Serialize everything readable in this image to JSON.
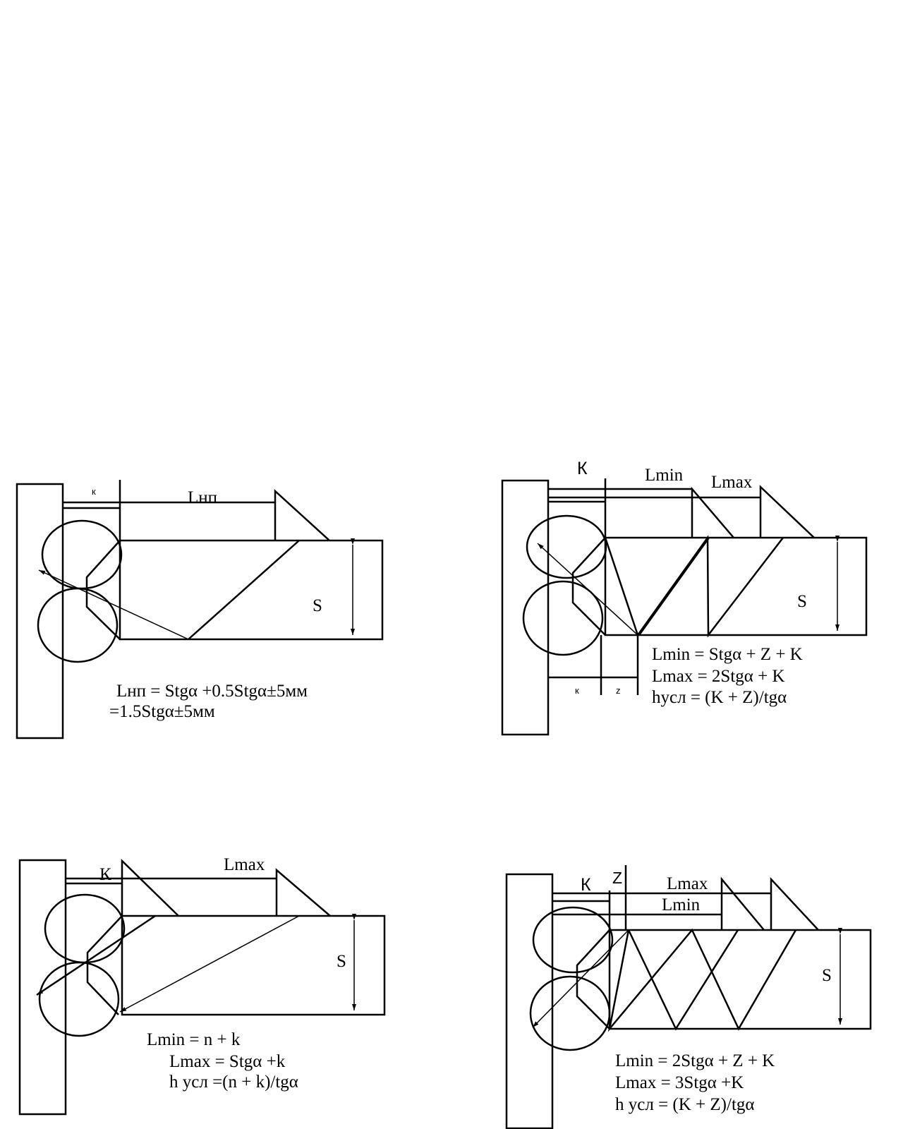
{
  "colors": {
    "line": "#000000",
    "background": "#ffffff"
  },
  "panels": [
    {
      "id": "top-left",
      "labels": {
        "k": "к",
        "dimension": "Lнп",
        "thickness": "S"
      },
      "formulas": [
        "Lнп = Stgα +0.5Stgα±5мм",
        "=1.5Stgα±5мм"
      ]
    },
    {
      "id": "top-right",
      "labels": {
        "k_top": "К",
        "lmin": "Lmin",
        "lmax": "Lmax",
        "thickness": "S",
        "k_bottom": "к",
        "z_bottom": "z"
      },
      "formulas": [
        "Lmin = Stgα + Z + K",
        "Lmax = 2Stgα + K",
        "hусл  = (K + Z)/tgα"
      ]
    },
    {
      "id": "bottom-left",
      "labels": {
        "k": "К",
        "lmax": "Lmax",
        "thickness": "S"
      },
      "formulas": [
        "Lmin = n + k",
        "Lmax = Stgα +k",
        "h усл =(n + k)/tgα"
      ]
    },
    {
      "id": "bottom-right",
      "labels": {
        "k": "К",
        "z": "Z",
        "lmax": "Lmax",
        "lmin": "Lmin",
        "thickness": "S"
      },
      "formulas": [
        "Lmin = 2Stgα + Z + K",
        "Lmax = 3Stgα +K",
        "h усл = (K + Z)/tgα"
      ]
    }
  ]
}
